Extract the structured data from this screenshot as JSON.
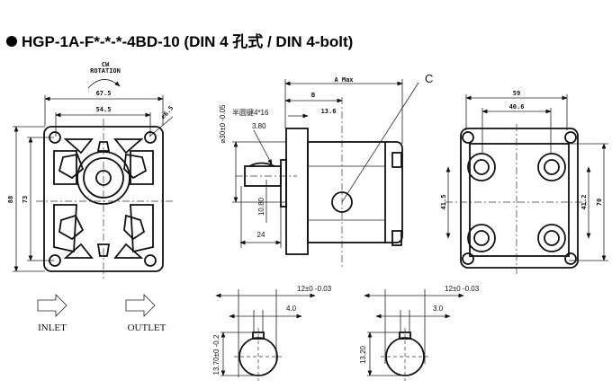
{
  "title": "HGP-1A-F*-*-*-4BD-10 (DIN 4 孔式  / DIN 4-bolt)",
  "front_view": {
    "rotation_line1": "CW",
    "rotation_line2": "ROTATION",
    "dim_width": "67.5",
    "dim_bolt_spacing": "54.5",
    "dim_hole": "⌀6.5",
    "dim_height": "88",
    "dim_bolt_height": "73",
    "inlet_label": "INLET",
    "outlet_label": "OUTLET"
  },
  "side_view": {
    "dim_a": "A Max",
    "dim_b": "B",
    "dim_13_6": "13.6",
    "dim_pilot": "⌀30±0 -0.05",
    "key_label": "半圆键4*16",
    "dim_3_80": "3.80",
    "dim_10_80": "10.80",
    "dim_24": "24",
    "port_label": "C"
  },
  "rear_view": {
    "dim_width": "59",
    "dim_port_spacing": "40.6",
    "dim_left_vertical": "41.5",
    "dim_right_vertical": "41.2",
    "dim_height": "70"
  },
  "shaft_sections": [
    {
      "dim_diameter": "12±0 -0.03",
      "dim_key": "4.0",
      "dim_height": "13.70±0 -0.2"
    },
    {
      "dim_diameter": "12±0 -0.03",
      "dim_key": "3.0",
      "dim_height": "13.20"
    }
  ]
}
